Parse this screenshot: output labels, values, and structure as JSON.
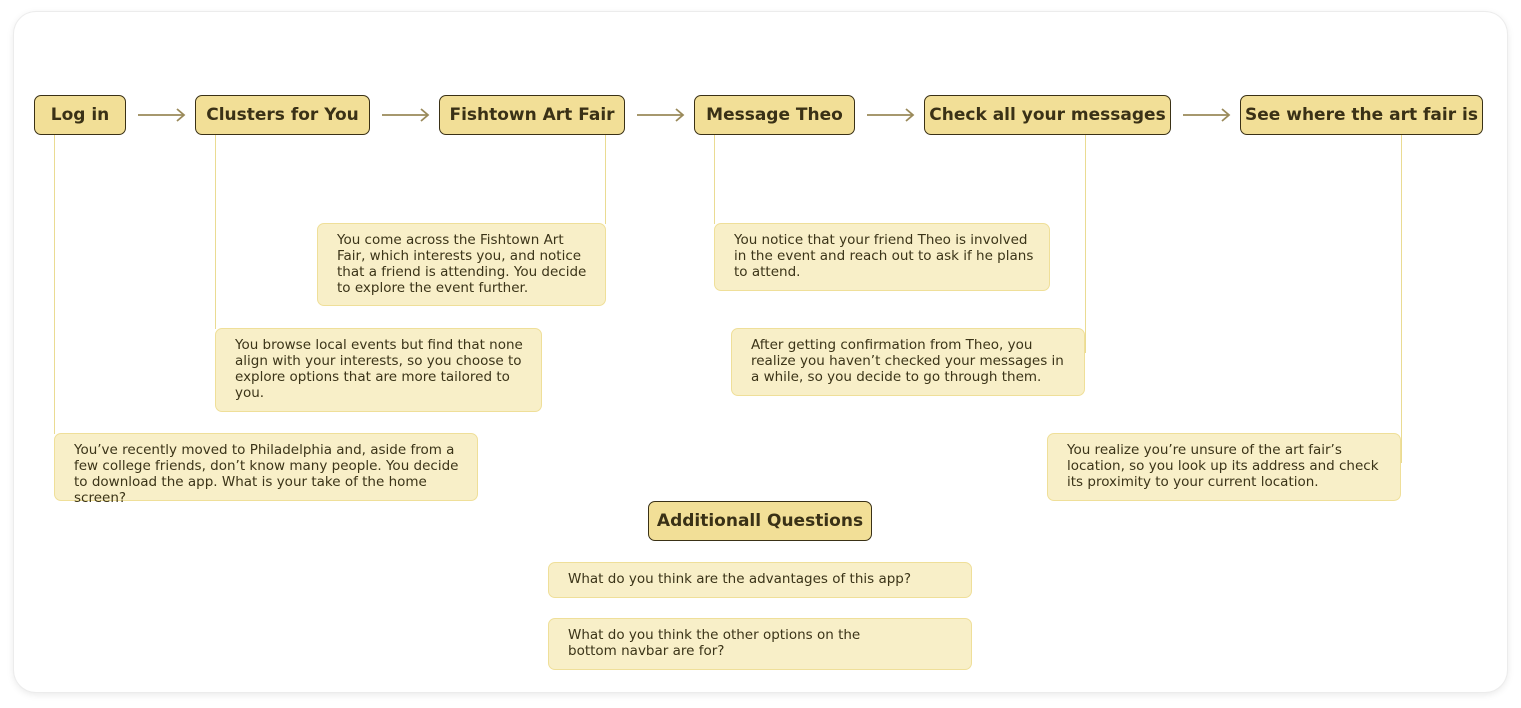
{
  "steps": [
    {
      "label": "Log in"
    },
    {
      "label": "Clusters for You"
    },
    {
      "label": "Fishtown Art Fair"
    },
    {
      "label": "Message Theo"
    },
    {
      "label": "Check all your messages"
    },
    {
      "label": "See where the art fair is"
    }
  ],
  "notes": {
    "login": "You’ve recently moved to Philadelphia and, aside from a few college friends, don’t know many people. You decide to download the app. What is your take of the home screen?",
    "clusters": "You browse local events but find that none align with your interests, so you choose to explore options that are more tailored to you.",
    "fishtown": "You come across the Fishtown Art Fair, which interests you, and notice that a friend is attending. You decide to explore the event further.",
    "message": "You notice that your friend Theo is involved in the event and reach out to ask if he plans to attend.",
    "check": "After getting confirmation from Theo, you realize you haven’t checked your messages in a while, so you decide to go through them.",
    "where": "You realize you’re unsure of the art fair’s location, so you look up its address and check its proximity to your current location."
  },
  "additional": {
    "title": "Additionall Questions",
    "questions": [
      "What do you think are the advantages of this app?",
      "What do you think the other options on the bottom navbar are for?"
    ]
  },
  "colors": {
    "step_fill": "#f2df97",
    "note_fill": "#f8efc8",
    "connector": "#eadb92",
    "arrow": "#9a8a5a",
    "text": "#3a3116"
  }
}
